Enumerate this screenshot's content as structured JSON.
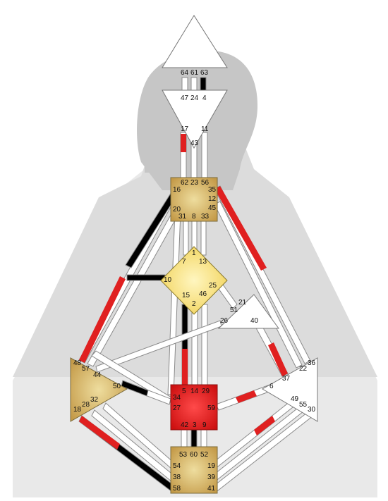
{
  "colors": {
    "background": "#ffffff",
    "silhouette": "#c9c9c9",
    "body_light": "#e9e9e9",
    "channel_fill": "#ffffff",
    "channel_outline": "#8a8a8a",
    "activation_black": "#000000",
    "activation_red": "#e02020",
    "center_tan": "#c9a45a",
    "center_tan_light": "#e8d49a",
    "center_yellow": "#f7e07a",
    "center_red": "#e8262a",
    "center_white": "#ffffff"
  },
  "centers": {
    "head": {
      "name": "head-center",
      "gates": [
        "64",
        "61",
        "63"
      ]
    },
    "ajna": {
      "name": "ajna-center",
      "gates": [
        "47",
        "24",
        "4",
        "17",
        "43",
        "11"
      ]
    },
    "throat": {
      "name": "throat-center",
      "gates": [
        "62",
        "23",
        "56",
        "16",
        "35",
        "12",
        "20",
        "45",
        "31",
        "8",
        "33"
      ]
    },
    "g": {
      "name": "g-center",
      "gates": [
        "1",
        "7",
        "13",
        "10",
        "25",
        "15",
        "46",
        "2"
      ]
    },
    "ego": {
      "name": "ego-center",
      "gates": [
        "21",
        "51",
        "26",
        "40"
      ]
    },
    "spleen": {
      "name": "spleen-center",
      "gates": [
        "48",
        "57",
        "44",
        "50",
        "32",
        "28",
        "18"
      ]
    },
    "solar": {
      "name": "solar-plexus-center",
      "gates": [
        "36",
        "22",
        "37",
        "6",
        "49",
        "55",
        "30"
      ]
    },
    "sacral": {
      "name": "sacral-center",
      "gates": [
        "5",
        "14",
        "29",
        "34",
        "27",
        "59",
        "42",
        "3",
        "9"
      ]
    },
    "root": {
      "name": "root-center",
      "gates": [
        "53",
        "60",
        "52",
        "54",
        "19",
        "38",
        "39",
        "58",
        "41"
      ]
    }
  }
}
